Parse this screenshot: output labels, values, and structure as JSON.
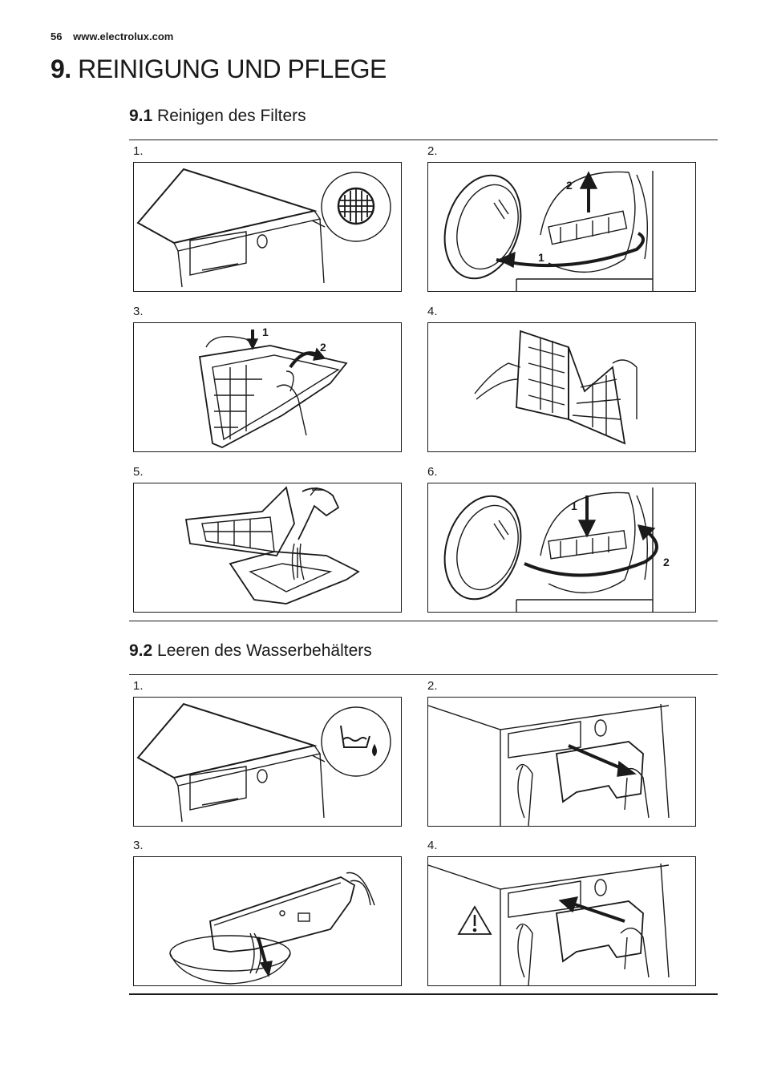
{
  "header": {
    "page_number": "56",
    "website": "www.electrolux.com"
  },
  "chapter": {
    "number": "9.",
    "title": "REINIGUNG UND PFLEGE"
  },
  "sections": [
    {
      "number": "9.1",
      "title": "Reinigen des Filters",
      "steps": [
        {
          "label": "1.",
          "illustration": "dryer-top-with-filter-symbol"
        },
        {
          "label": "2.",
          "illustration": "open-door-remove-filter",
          "callouts": [
            "2",
            "1"
          ]
        },
        {
          "label": "3.",
          "illustration": "open-filter-by-pressing-latch",
          "callouts": [
            "1",
            "2"
          ]
        },
        {
          "label": "4.",
          "illustration": "filter-opened"
        },
        {
          "label": "5.",
          "illustration": "rinse-filter-under-tap"
        },
        {
          "label": "6.",
          "illustration": "reinsert-filter-close-door",
          "callouts": [
            "1",
            "2"
          ]
        }
      ]
    },
    {
      "number": "9.2",
      "title": "Leeren des Wasserbehälters",
      "steps": [
        {
          "label": "1.",
          "illustration": "dryer-top-with-water-container-symbol"
        },
        {
          "label": "2.",
          "illustration": "pull-out-water-container"
        },
        {
          "label": "3.",
          "illustration": "empty-water-into-basin"
        },
        {
          "label": "4.",
          "illustration": "push-in-water-container",
          "warning_icon": "warning-triangle-icon"
        }
      ]
    }
  ]
}
